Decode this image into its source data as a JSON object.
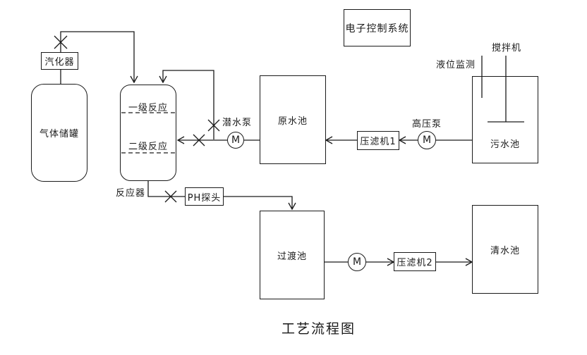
{
  "diagram": {
    "title": "工艺流程图",
    "motor_label": "M"
  },
  "boxes": {
    "control_system": "电子控制系统",
    "vaporizer": "汽化器",
    "gas_tank": "气体储罐",
    "raw_water_pool": "原水池",
    "filter_press_1": "压滤机1",
    "sewage_pool": "污水池",
    "ph_probe": "PH探头",
    "transition_pool": "过渡池",
    "filter_press_2": "压滤机2",
    "clean_water_pool": "清水池"
  },
  "reactor": {
    "stage1": "一级反应",
    "stage2": "二级反应",
    "label": "反应器"
  },
  "annotations": {
    "submersible_pump": "潜水泵",
    "high_pressure_pump": "高压泵",
    "level_monitor": "液位监测",
    "mixer": "搅拌机"
  },
  "colors": {
    "line": "#1a1a1a",
    "background": "#ffffff"
  }
}
